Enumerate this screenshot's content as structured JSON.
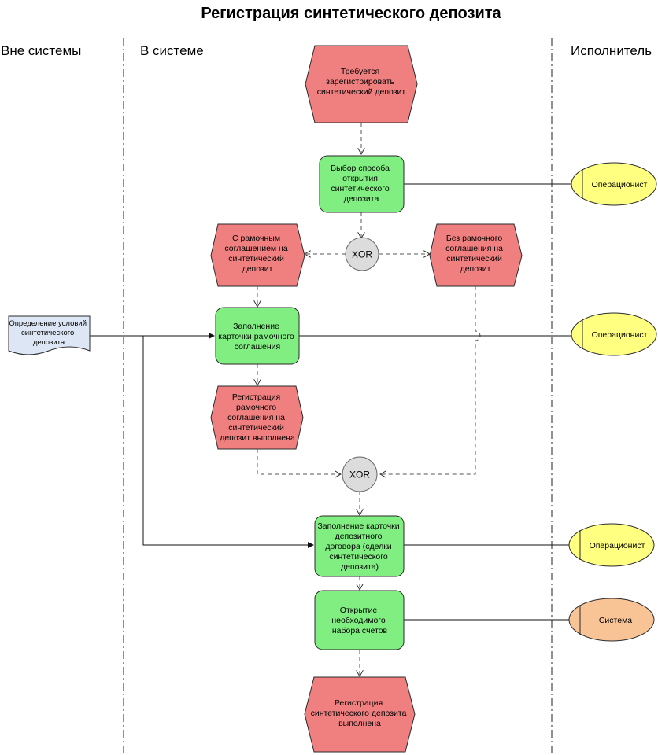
{
  "title": "Регистрация синтетического депозита",
  "lanes": {
    "outside": "Вне системы",
    "inside": "В системе",
    "executor": "Исполнитель"
  },
  "events": {
    "start": [
      "Требуется",
      "зарегистрировать",
      "синтетический депозит"
    ],
    "with_framework": [
      "С рамочным",
      "соглашением на",
      "синтетический",
      "депозит"
    ],
    "without_framework": [
      "Без рамочного",
      "соглашения на",
      "синтетический",
      "депозит"
    ],
    "framework_registered": [
      "Регистрация",
      "рамочного",
      "соглашения на",
      "синтетический",
      "депозит выполнена"
    ],
    "end": [
      "Регистрация",
      "синтетического депозита",
      "выполнена"
    ]
  },
  "functions": {
    "choose_method": [
      "Выбор способа",
      "открытия",
      "синтетического",
      "депозита"
    ],
    "fill_framework_card": [
      "Заполнение",
      "карточки рамочного",
      "соглашения"
    ],
    "fill_deposit_card": [
      "Заполнение карточки",
      "депозитного",
      "договора (сделки",
      "синтетического",
      "депозита)"
    ],
    "open_accounts": [
      "Открытие",
      "необходимого",
      "набора счетов"
    ]
  },
  "gateways": {
    "split": "XOR",
    "merge": "XOR"
  },
  "document": [
    "Определение условий",
    "синтетического",
    "депозита"
  ],
  "actors": {
    "a1": "Операционист",
    "a2": "Операционист",
    "a3": "Операционист",
    "a4": "Система"
  }
}
